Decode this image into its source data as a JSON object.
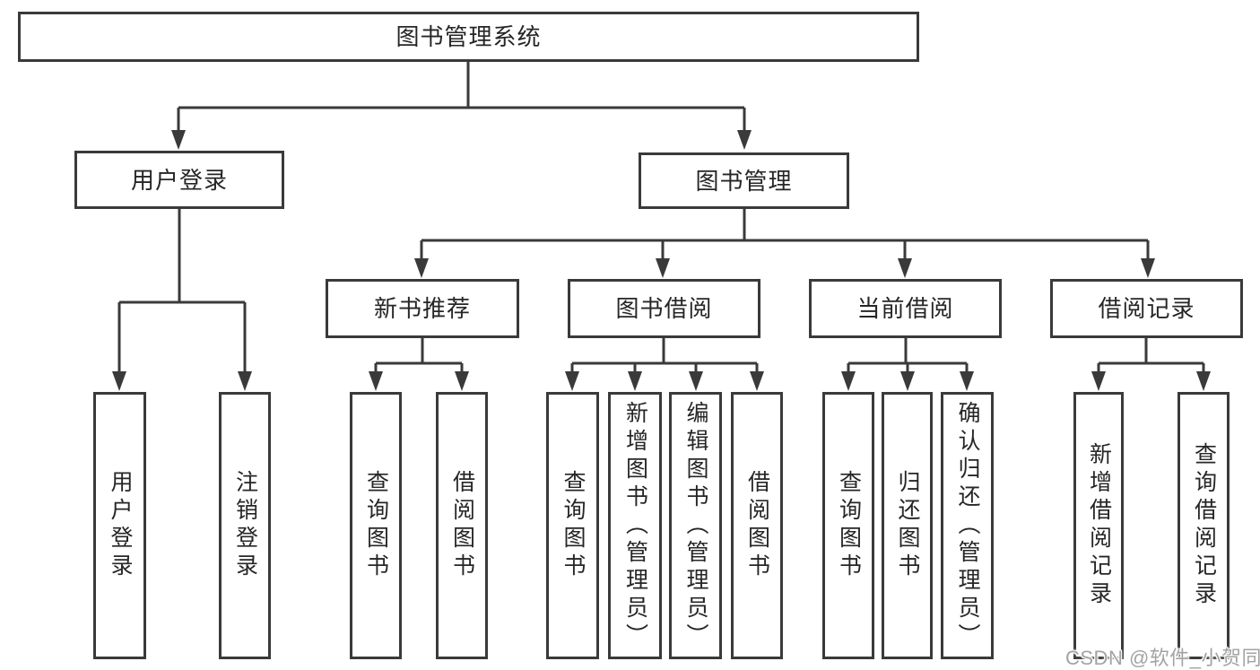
{
  "diagram": {
    "root": {
      "label": "图书管理系统"
    },
    "branches": [
      {
        "label": "用户登录",
        "children": [
          {
            "label": "用户登录"
          },
          {
            "label": "注销登录"
          }
        ]
      },
      {
        "label": "图书管理",
        "children": [
          {
            "label": "新书推荐",
            "children": [
              {
                "label": "查询图书"
              },
              {
                "label": "借阅图书"
              }
            ]
          },
          {
            "label": "图书借阅",
            "children": [
              {
                "label": "查询图书"
              },
              {
                "label": "新增图书（管理员）"
              },
              {
                "label": "编辑图书（管理员）"
              },
              {
                "label": "借阅图书"
              }
            ]
          },
          {
            "label": "当前借阅",
            "children": [
              {
                "label": "查询图书"
              },
              {
                "label": "归还图书"
              },
              {
                "label": "确认归还（管理员）"
              }
            ]
          },
          {
            "label": "借阅记录",
            "children": [
              {
                "label": "新增借阅记录"
              },
              {
                "label": "查询借阅记录"
              }
            ]
          }
        ]
      }
    ],
    "line_color": "#3a3a3a",
    "box_border_color": "#3a3a3a",
    "box_fill_color": "#ffffff",
    "text_color": "#262626"
  },
  "watermark": {
    "text": "CSDN @软件_小贺同学",
    "color": "#a3a3a3"
  }
}
